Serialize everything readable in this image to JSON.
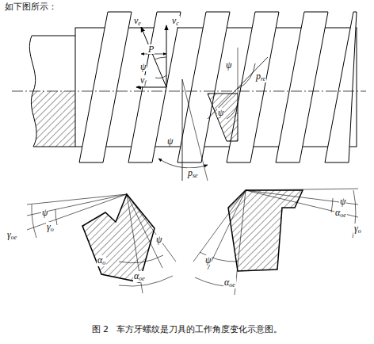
{
  "diagram": {
    "title": "如下图所示：",
    "caption": "图 2   车方牙螺纹是刀具的工作角度变化示意图。",
    "labels": [
      "ve",
      "vc",
      "P",
      "ψ",
      "vf",
      "ψ",
      "pre",
      "ψ",
      "ψ",
      "pse",
      "γoe",
      "ψ",
      "γo",
      "ψ",
      "αo",
      "αoe",
      "ψ",
      "αoe",
      "γo",
      "ψ",
      "αoe"
    ]
  }
}
